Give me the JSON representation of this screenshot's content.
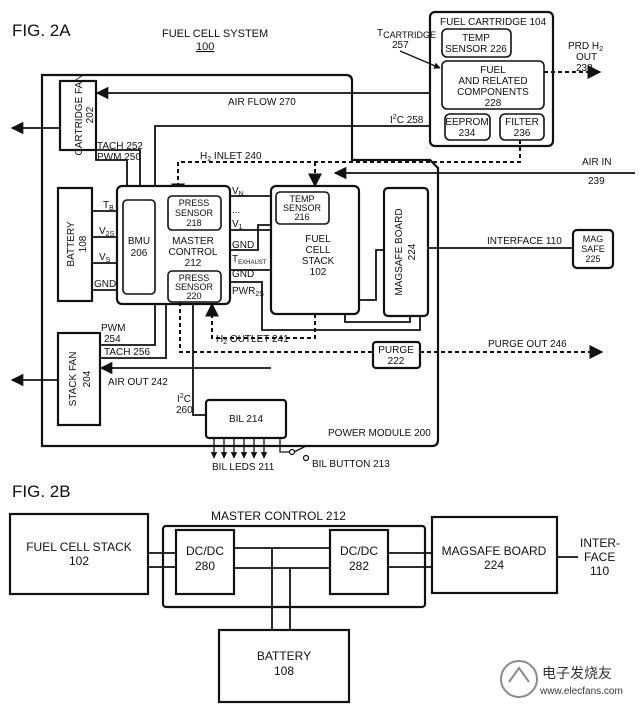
{
  "fig2a": {
    "title": "FIG. 2A",
    "system_label": "FUEL CELL SYSTEM",
    "system_num": "100",
    "cartridge": {
      "title": "FUEL CARTRIDGE 104",
      "tcart_label": "T",
      "tcart_sub": "CARTRIDGE",
      "tcart_num": "257",
      "temp_sensor_l1": "TEMP",
      "temp_sensor_l2": "SENSOR 226",
      "fuel_l1": "FUEL",
      "fuel_l2": "AND RELATED",
      "fuel_l3": "COMPONENTS",
      "fuel_l4": "228",
      "eeprom_l1": "EEPROM",
      "eeprom_l2": "234",
      "filter_l1": "FILTER",
      "filter_l2": "236",
      "prd_l1": "PRD H",
      "prd_sub": "2",
      "prd_l2": "OUT",
      "prd_l3": "238"
    },
    "cartridge_fan_l1": "CARTRIDGE FAN",
    "cartridge_fan_l2": "202",
    "air_flow": "AIR FLOW 270",
    "i2c_258": "I",
    "i2c_258_rest": "C 258",
    "tach_252": "TACH 252",
    "pwm_250": "PWM 250",
    "h2_inlet": "H",
    "h2_inlet_rest": " INLET 240",
    "air_in_l1": "AIR IN",
    "air_in_l2": "239",
    "battery_l1": "BATTERY",
    "battery_l2": "108",
    "tb": "T",
    "tb_sub": "B",
    "v2s": "V",
    "v2s_sub": "2S",
    "vs": "V",
    "vs_sub": "S",
    "gnd1": "GND",
    "bmu_l1": "BMU",
    "bmu_l2": "206",
    "press_sensor_218_l1": "PRESS",
    "press_sensor_218_l2": "SENSOR",
    "press_sensor_218_l3": "218",
    "master_l1": "MASTER",
    "master_l2": "CONTROL",
    "master_l3": "212",
    "press_sensor_220_l1": "PRESS",
    "press_sensor_220_l2": "SENSOR",
    "press_sensor_220_l3": "220",
    "vn": "V",
    "vn_sub": "N",
    "dots": "...",
    "v1": "V",
    "v1_sub": "1",
    "gnd2": "GND",
    "gnd3": "GND",
    "texhaust": "T",
    "texhaust_sub": "EXHAUST",
    "pwr": "PWR",
    "pwr_sub": "2S",
    "temp_sensor_216_l1": "TEMP",
    "temp_sensor_216_l2": "SENSOR",
    "temp_sensor_216_l3": "216",
    "stack_l1": "FUEL",
    "stack_l2": "CELL",
    "stack_l3": "STACK",
    "stack_l4": "102",
    "magsafe_l1": "MAGSAFE BOARD",
    "magsafe_l2": "224",
    "interface_110": "INTERFACE 110",
    "magsafe225_l1": "MAG",
    "magsafe225_l2": "SAFE",
    "magsafe225_l3": "225",
    "h2_outlet": "H",
    "h2_outlet_rest": " OUTLET 241",
    "pwm_254_l1": "PWM",
    "pwm_254_l2": "254",
    "tach_256": "TACH 256",
    "purge_l1": "PURGE",
    "purge_l2": "222",
    "purge_out": "PURGE OUT 246",
    "stack_fan_l1": "STACK FAN",
    "stack_fan_l2": "204",
    "air_out": "AIR OUT 242",
    "i2c_260_l1": "I",
    "i2c_260_l1_rest": "C",
    "i2c_260_l2": "260",
    "bil": "BIL 214",
    "power_module": "POWER MODULE 200",
    "bil_leds": "BIL LEDS 211",
    "bil_button": "BIL BUTTON 213",
    "sup2": "2"
  },
  "fig2b": {
    "title": "FIG. 2B",
    "master_control": "MASTER CONTROL 212",
    "stack_l1": "FUEL CELL STACK",
    "stack_l2": "102",
    "dcdc280_l1": "DC/DC",
    "dcdc280_l2": "280",
    "dcdc282_l1": "DC/DC",
    "dcdc282_l2": "282",
    "magsafe_l1": "MAGSAFE BOARD",
    "magsafe_l2": "224",
    "interface_l1": "INTER-",
    "interface_l2": "FACE",
    "interface_l3": "110",
    "battery_l1": "BATTERY",
    "battery_l2": "108"
  },
  "watermark": {
    "cn": "电子发烧友",
    "url": "www.elecfans.com"
  }
}
